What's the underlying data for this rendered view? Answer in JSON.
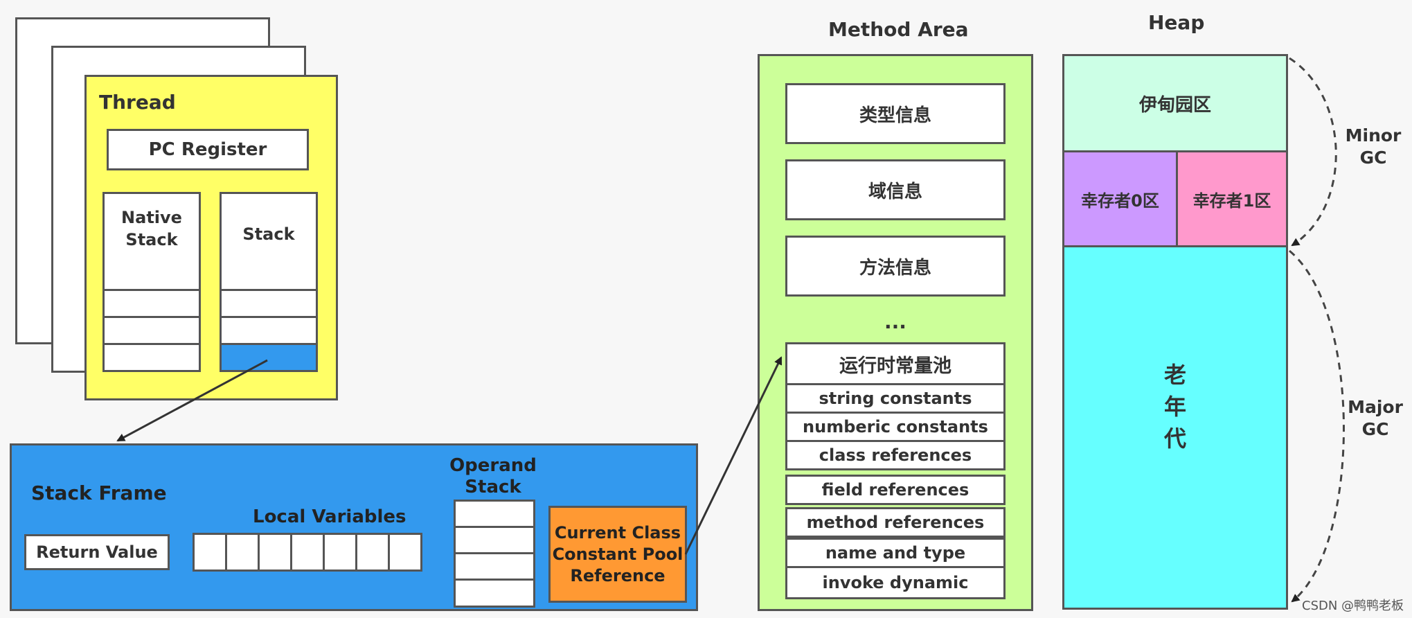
{
  "thread": {
    "title": "Thread",
    "pc_register": "PC Register",
    "native_stack": "Native\nStack",
    "stack": "Stack"
  },
  "stack_frame": {
    "title": "Stack Frame",
    "return_value": "Return Value",
    "local_variables": "Local Variables",
    "operand_stack": "Operand\nStack",
    "current_class": "Current Class\nConstant Pool\nReference"
  },
  "method_area": {
    "title": "Method Area",
    "items": [
      "类型信息",
      "域信息",
      "方法信息"
    ],
    "ellipsis": "...",
    "runtime_pool": {
      "title": "运行时常量池",
      "entries": [
        "string constants",
        "numberic constants",
        "class references",
        "field references",
        "method references",
        "name and type",
        "invoke dynamic"
      ]
    }
  },
  "heap": {
    "title": "Heap",
    "eden": "伊甸园区",
    "survivor0": "幸存者0区",
    "survivor1": "幸存者1区",
    "old": "老\n年\n代",
    "minor_gc": "Minor\nGC",
    "major_gc": "Major\nGC"
  },
  "watermark": "CSDN @鸭鸭老板",
  "colors": {
    "thread_yellow": "#ffff66",
    "frame_blue": "#3399ee",
    "method_green": "#ccff99",
    "eden_mint": "#ccffe6",
    "survivor_purple": "#cc99ff",
    "survivor_pink": "#ff99cc",
    "old_cyan": "#66ffff",
    "constant_pool_orange": "#ff9933"
  }
}
